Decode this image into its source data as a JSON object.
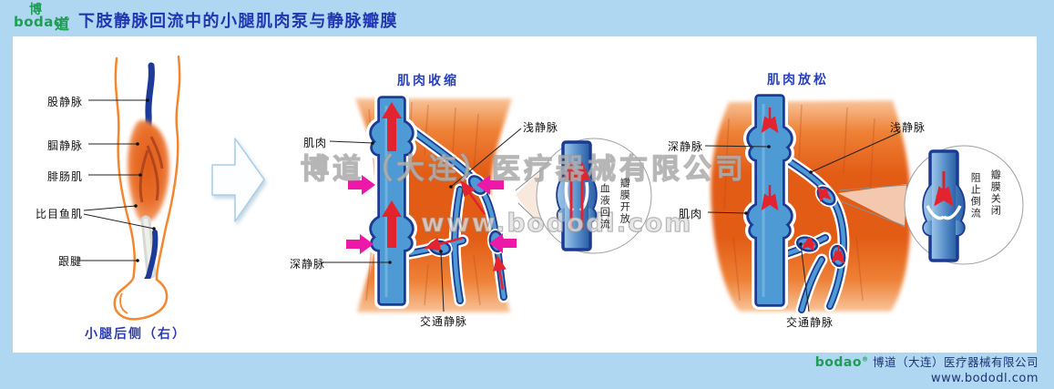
{
  "header": {
    "title": "下肢静脉回流中的小腿肌肉泵与静脉瓣膜",
    "logo": {
      "cn_top": "博",
      "latin": "bodao",
      "reg": "®",
      "cn_right": "道"
    }
  },
  "watermark": {
    "line1": "博道（大连）医疗器械有限公司",
    "line2": "www.bododl.com"
  },
  "left_panel": {
    "labels": {
      "femoral_vein": "股静脉",
      "popliteal_vein": "腘静脉",
      "gastrocnemius": "腓肠肌",
      "soleus": "比目鱼肌",
      "achilles_tendon": "跟腱"
    },
    "caption": "小腿后侧（右）"
  },
  "middle_panel": {
    "title": "肌肉收缩",
    "labels": {
      "muscle": "肌肉",
      "deep_vein": "深静脉",
      "communicating_vein": "交通静脉",
      "superficial_vein": "浅静脉"
    },
    "inset": {
      "valve": "瓣膜开放",
      "flow": "血液回流"
    }
  },
  "right_panel": {
    "title": "肌肉放松",
    "labels": {
      "deep_vein": "深静脉",
      "muscle": "肌肉",
      "superficial_vein": "浅静脉",
      "communicating_vein": "交通静脉"
    },
    "inset": {
      "valve": "瓣膜关闭",
      "flow": "阻止倒流"
    }
  },
  "footer": {
    "logo": "bodao",
    "reg": "®",
    "company": "博道（大连）医疗器械有限公司",
    "website": "www.bododl.com"
  },
  "colors": {
    "page_border_blue": "#b0d7f1",
    "title_blue": "#2036b1",
    "label_black": "#111111",
    "logo_green": "#1f9c55",
    "muscle_orange": "#e25c16",
    "vein_blue_fill": "#4e9ad5",
    "vein_navy_outline": "#1c3a92",
    "flow_arrow_red": "#e32330",
    "compression_arrow_magenta": "#ee18a8"
  }
}
